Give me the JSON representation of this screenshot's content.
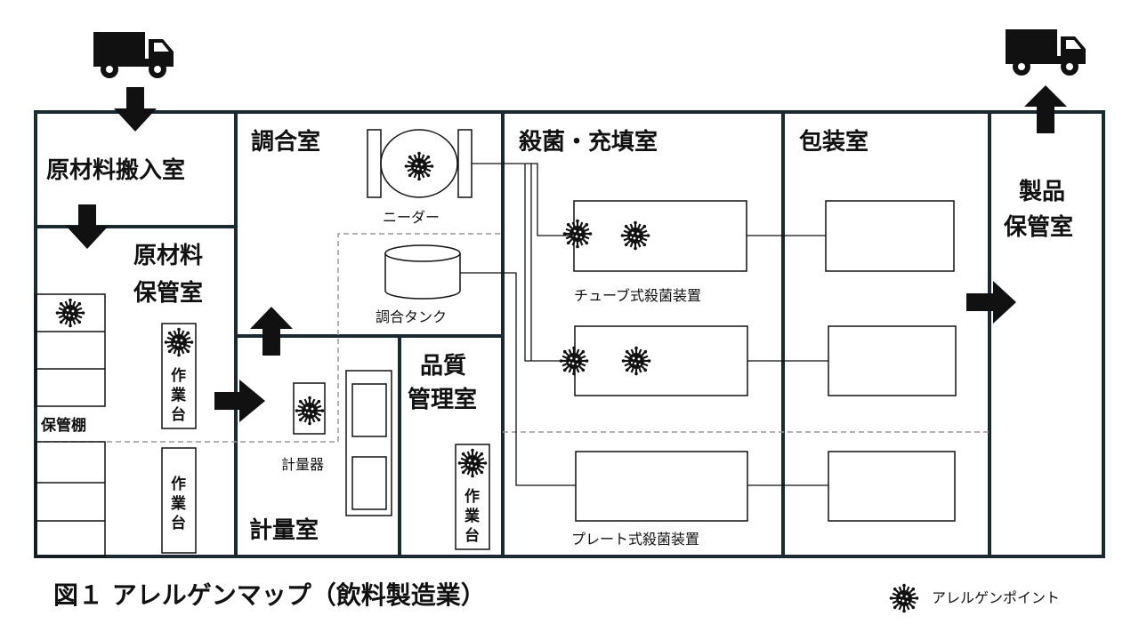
{
  "caption": "図１ アレルゲンマップ（飲料製造業）",
  "legend": {
    "label": "アレルゲンポイント",
    "icon": "allergen-virus-icon"
  },
  "rooms": {
    "raw_receiving": "原材料搬入室",
    "raw_storage_1": "原材料",
    "raw_storage_2": "保管室",
    "blending": "調合室",
    "weighing": "計量室",
    "qc_1": "品質",
    "qc_2": "管理室",
    "sterilize_fill": "殺菌・充填室",
    "packaging": "包装室",
    "product_1": "製品",
    "product_2": "保管室"
  },
  "labels": {
    "shelf": "保管棚",
    "bench_1": "作",
    "bench_2": "業",
    "bench_3": "台",
    "kneader": "ニーダー",
    "tank": "調合タンク",
    "scale": "計量器",
    "tube_sterilizer": "チューブ式殺菌装置",
    "plate_sterilizer": "プレート式殺菌装置"
  },
  "colors": {
    "wall": "#1a2a30",
    "line": "#111111",
    "dashed": "#999999"
  }
}
